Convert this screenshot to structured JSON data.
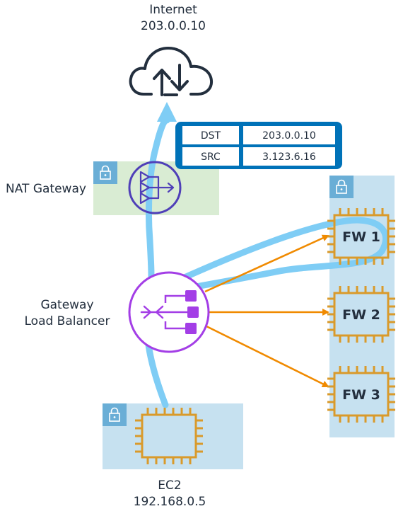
{
  "internet": {
    "title": "Internet",
    "ip": "203.0.0.10"
  },
  "nat": {
    "label": "NAT Gateway"
  },
  "gwlb": {
    "label_line1": "Gateway",
    "label_line2": "Load Balancer"
  },
  "ec2": {
    "label": "EC2",
    "ip": "192.168.0.5"
  },
  "packet_table": {
    "rows": [
      {
        "key": "DST",
        "value": "203.0.0.10"
      },
      {
        "key": "SRC",
        "value": "3.123.6.16"
      }
    ]
  },
  "firewalls": [
    {
      "label": "FW 1"
    },
    {
      "label": "FW 2"
    },
    {
      "label": "FW 3"
    }
  ],
  "colors": {
    "traffic_path": "#7fcdf5",
    "arrow": "#f08a00",
    "table_bg": "#0072b8",
    "chip": "#d99a2b",
    "gwlb": "#a33ee6",
    "nat_icon": "#4f3fb8",
    "nat_subnet": "#d9ecd3",
    "fw_subnet": "#c6e1f0",
    "ec2_subnet": "#c6e1f0",
    "lock_bg": "#6aaed6"
  }
}
